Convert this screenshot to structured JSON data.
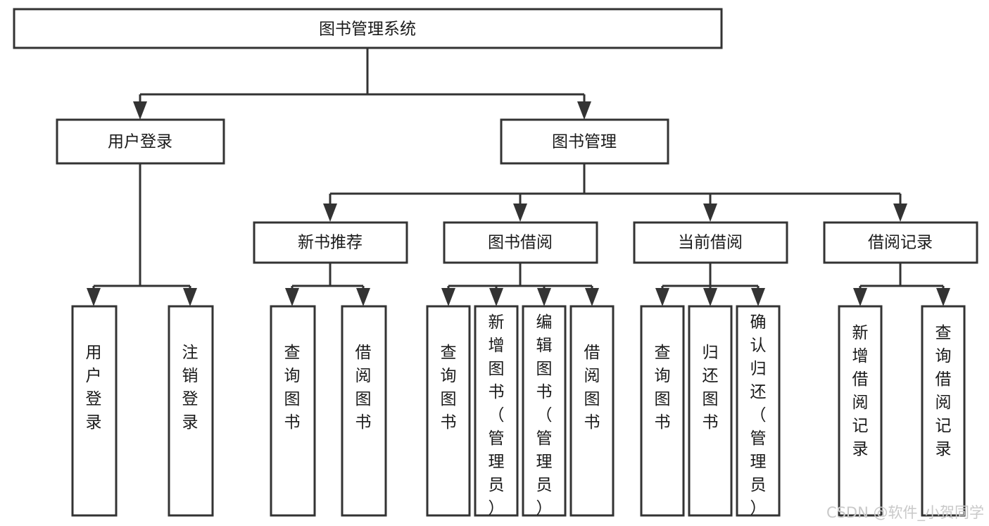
{
  "diagram": {
    "type": "tree-hierarchy",
    "orientation": "top-down",
    "root": {
      "id": "root",
      "label": "图书管理系统"
    },
    "level2": [
      {
        "id": "user-login",
        "label": "用户登录"
      },
      {
        "id": "book-manage",
        "label": "图书管理"
      }
    ],
    "level3": [
      {
        "id": "new-book-rec",
        "label": "新书推荐",
        "parent": "book-manage"
      },
      {
        "id": "book-borrow",
        "label": "图书借阅",
        "parent": "book-manage"
      },
      {
        "id": "current-borrow",
        "label": "当前借阅",
        "parent": "book-manage"
      },
      {
        "id": "borrow-record",
        "label": "借阅记录",
        "parent": "book-manage"
      }
    ],
    "leaves": {
      "user-login": [
        {
          "id": "leaf-user-login",
          "label": "用户登录"
        },
        {
          "id": "leaf-logout",
          "label": "注销登录"
        }
      ],
      "new-book-rec": [
        {
          "id": "leaf-query-book-1",
          "label": "查询图书"
        },
        {
          "id": "leaf-borrow-book-1",
          "label": "借阅图书"
        }
      ],
      "book-borrow": [
        {
          "id": "leaf-query-book-2",
          "label": "查询图书"
        },
        {
          "id": "leaf-add-book",
          "label": "新增图书（管理员）"
        },
        {
          "id": "leaf-edit-book",
          "label": "编辑图书（管理员）"
        },
        {
          "id": "leaf-borrow-book-2",
          "label": "借阅图书"
        }
      ],
      "current-borrow": [
        {
          "id": "leaf-query-book-3",
          "label": "查询图书"
        },
        {
          "id": "leaf-return-book",
          "label": "归还图书"
        },
        {
          "id": "leaf-confirm-return",
          "label": "确认归还（管理员）"
        }
      ],
      "borrow-record": [
        {
          "id": "leaf-add-record",
          "label": "新增借阅记录"
        },
        {
          "id": "leaf-query-record",
          "label": "查询借阅记录"
        }
      ]
    },
    "colors": {
      "box_fill": "#ffffff",
      "box_stroke": "#333333",
      "text": "#1a1a1a",
      "background": "#ffffff",
      "watermark": "#c9c9c9"
    }
  },
  "watermark": {
    "label": "CSDN @软件_小贺同学"
  }
}
